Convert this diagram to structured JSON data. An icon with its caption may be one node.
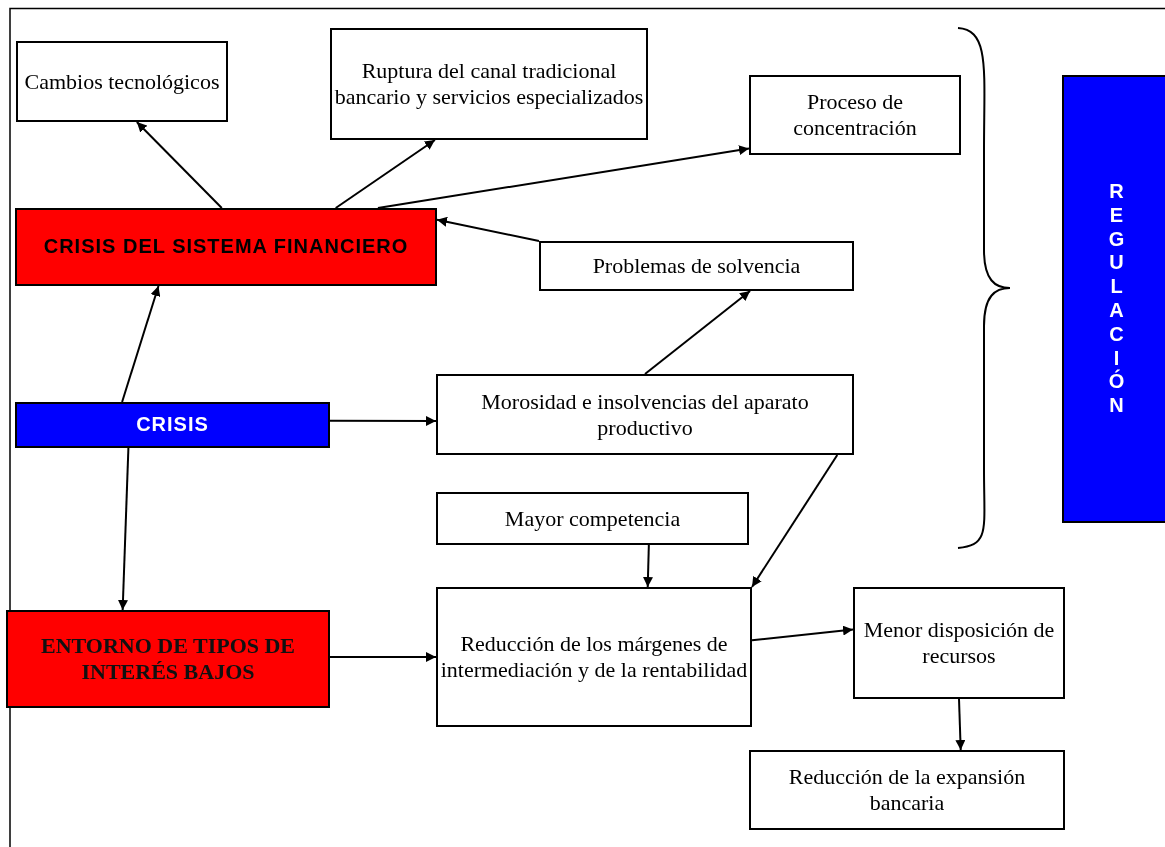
{
  "diagram": {
    "nodes": [
      {
        "text": [
          "Cambios tecnológicos"
        ]
      },
      {
        "text": [
          "Ruptura del canal tradicional bancario y servicios especializados"
        ]
      },
      {
        "text": [
          "Proceso de concentración"
        ]
      },
      {
        "text": [
          "CRISIS DEL SISTEMA FINANCIERO"
        ]
      },
      {
        "text": [
          "Problemas de solvencia"
        ]
      },
      {
        "text": [
          "CRISIS"
        ]
      },
      {
        "text": [
          "Morosidad e insolvencias del aparato productivo"
        ]
      },
      {
        "text": [
          "Mayor competencia"
        ]
      },
      {
        "text": [
          "ENTORNO DE TIPOS DE INTERÉS BAJOS"
        ]
      },
      {
        "text": [
          "Reducción de los márgenes de intermediación y de la rentabilidad"
        ]
      },
      {
        "text": [
          "Menor disposición de recursos"
        ]
      },
      {
        "text": [
          "Reducción de la expansión bancaria"
        ]
      },
      {
        "text": [
          "REGULACIÓN"
        ]
      }
    ],
    "edges": [
      {
        "from": 3,
        "to": 0,
        "arrow": "to"
      },
      {
        "from": 3,
        "to": 1,
        "arrow": "to"
      },
      {
        "from": 3,
        "to": 2,
        "arrow": "to"
      },
      {
        "from": 4,
        "to": 3,
        "arrow": "to"
      },
      {
        "from": 5,
        "to": 3,
        "arrow": "to"
      },
      {
        "from": 5,
        "to": 6,
        "arrow": "to"
      },
      {
        "from": 5,
        "to": 8,
        "arrow": "to"
      },
      {
        "from": 6,
        "to": 4,
        "arrow": "to"
      },
      {
        "from": 6,
        "to": 9,
        "arrow": "to"
      },
      {
        "from": 7,
        "to": 9,
        "arrow": "to"
      },
      {
        "from": 8,
        "to": 9,
        "arrow": "to"
      },
      {
        "from": 9,
        "to": 10,
        "arrow": "to"
      },
      {
        "from": 10,
        "to": 11,
        "arrow": "to"
      }
    ]
  }
}
